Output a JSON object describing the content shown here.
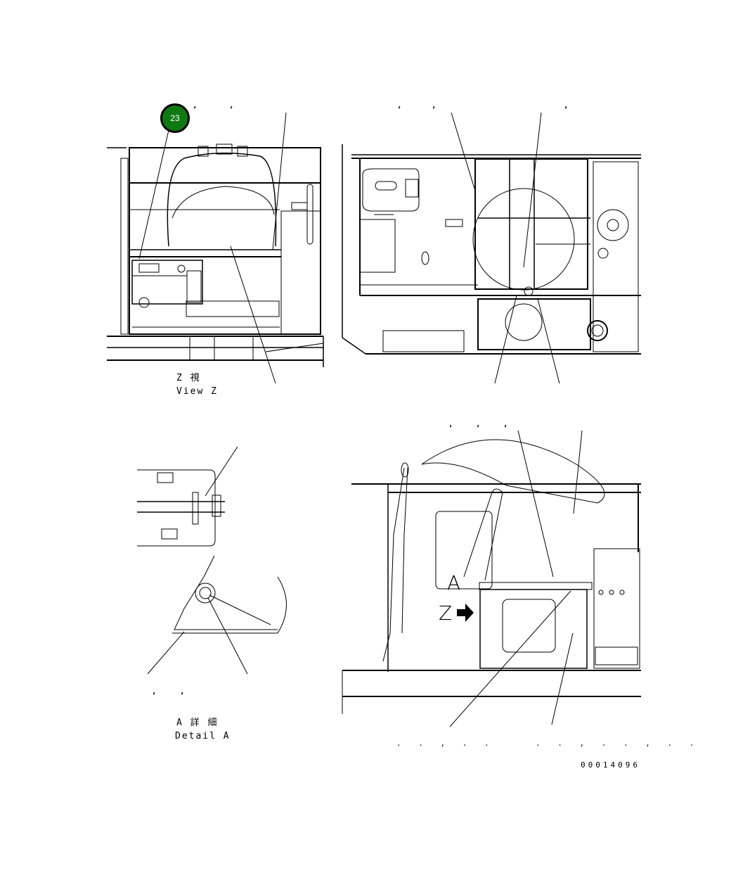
{
  "badge": {
    "number": "23",
    "color": "#0f7a12"
  },
  "views": {
    "view_z": {
      "title_jp": "Z 視",
      "title_en": "View Z"
    },
    "detail_a": {
      "title_jp": "A 詳 細",
      "title_en": "Detail A"
    }
  },
  "callouts": {
    "z_marker": "Z",
    "a_marker": "A"
  },
  "ref_commas": {
    "top_left": [
      ",",
      ","
    ],
    "top_right": [
      ",",
      ",",
      ","
    ],
    "mid_right": [
      ",",
      ",",
      ","
    ],
    "detail": [
      ",",
      ","
    ]
  },
  "bottom_refs": {
    "left": ". . , . .",
    "right": ". . , . . , . ."
  },
  "document_number": "00014096"
}
